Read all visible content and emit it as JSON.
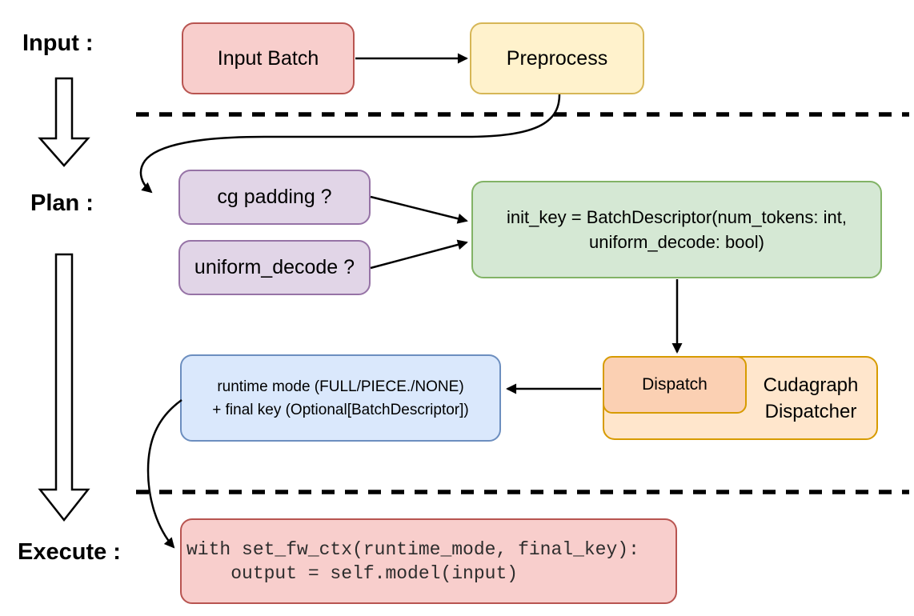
{
  "stages": {
    "input_label": "Input :",
    "plan_label": "Plan :",
    "execute_label": "Execute :"
  },
  "nodes": {
    "input_batch": "Input Batch",
    "preprocess": "Preprocess",
    "cg_padding": "cg padding ?",
    "uniform_decode": "uniform_decode ?",
    "init_key_line1": "init_key = BatchDescriptor(num_tokens: int,",
    "init_key_line2": "uniform_decode: bool)",
    "dispatch": "Dispatch",
    "dispatcher_line1": "Cudagraph",
    "dispatcher_line2": "Dispatcher",
    "runtime_line1": "runtime mode (FULL/PIECE./NONE)",
    "runtime_line2": "+ final key (Optional[BatchDescriptor])",
    "code_line1": "with set_fw_ctx(runtime_mode, final_key):",
    "code_line2": "    output = self.model(input)"
  },
  "palette": {
    "red_fill": "#f8cecc",
    "red_stroke": "#b85450",
    "yellow_fill": "#fff2cc",
    "yellow_stroke": "#d6b656",
    "purple_fill": "#e1d5e7",
    "purple_stroke": "#9673a6",
    "green_fill": "#d5e8d4",
    "green_stroke": "#82b366",
    "blue_fill": "#dae8fc",
    "blue_stroke": "#6c8ebf",
    "orange_fill": "#ffe6cc",
    "orange_stroke": "#d79b00",
    "dispatch_fill": "#fbd0b3",
    "connector_color": "#000000"
  }
}
